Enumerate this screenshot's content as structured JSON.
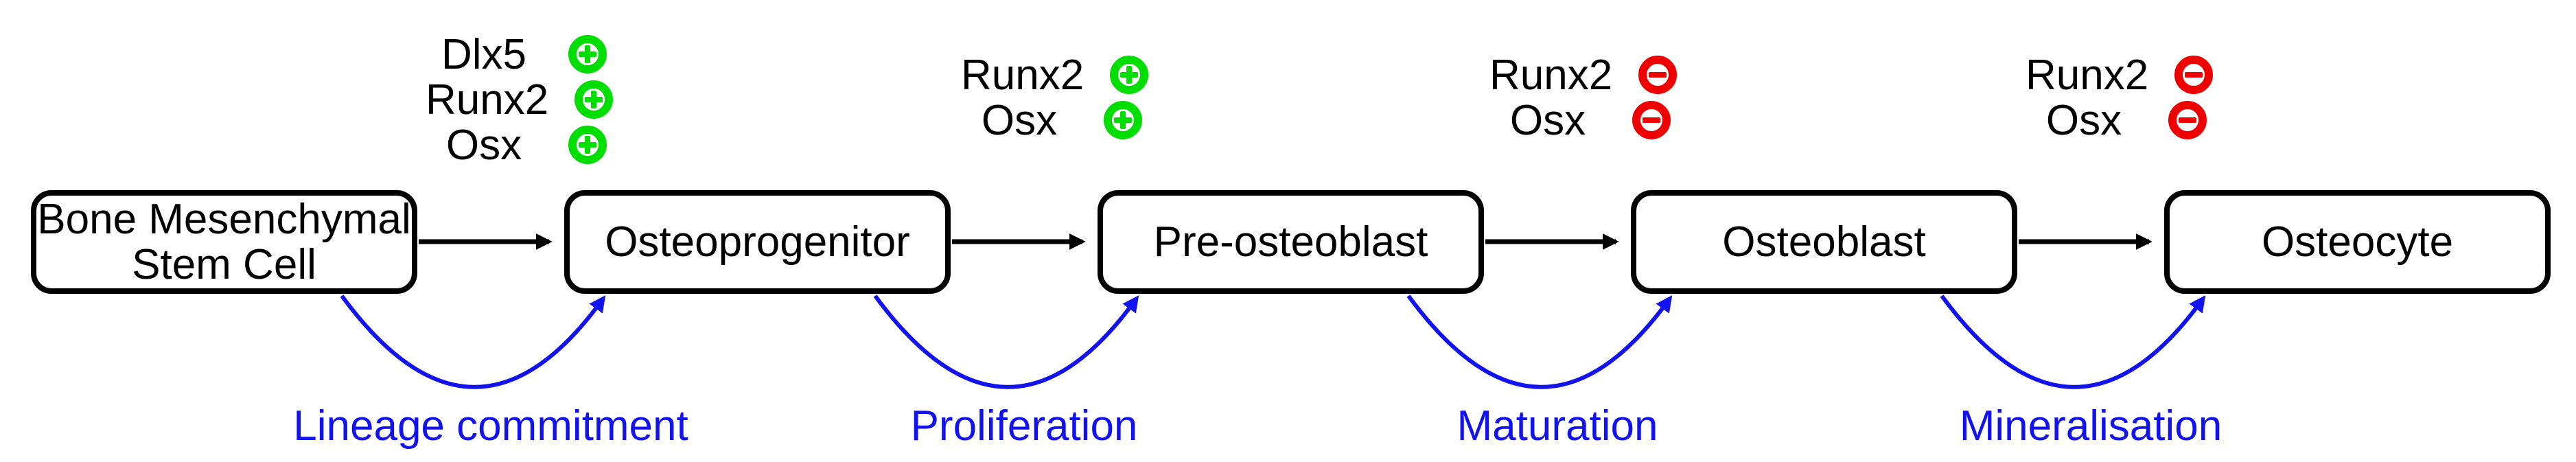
{
  "diagram": {
    "stages": [
      {
        "label": "Bone Mesenchymal Stem Cell",
        "line1": "Bone Mesenchymal",
        "line2": "Stem Cell"
      },
      {
        "label": "Osteoprogenitor"
      },
      {
        "label": "Pre-osteoblast"
      },
      {
        "label": "Osteoblast"
      },
      {
        "label": "Osteocyte"
      }
    ],
    "factor_groups": [
      {
        "factors": [
          {
            "name": "Dlx5",
            "effect": "activation",
            "symbol": "+"
          },
          {
            "name": "Runx2",
            "effect": "activation",
            "symbol": "+"
          },
          {
            "name": "Osx",
            "effect": "activation",
            "symbol": "+"
          }
        ]
      },
      {
        "factors": [
          {
            "name": "Runx2",
            "effect": "activation",
            "symbol": "+"
          },
          {
            "name": "Osx",
            "effect": "activation",
            "symbol": "+"
          }
        ]
      },
      {
        "factors": [
          {
            "name": "Runx2",
            "effect": "repression",
            "symbol": "-"
          },
          {
            "name": "Osx",
            "effect": "repression",
            "symbol": "-"
          }
        ]
      },
      {
        "factors": [
          {
            "name": "Runx2",
            "effect": "repression",
            "symbol": "-"
          },
          {
            "name": "Osx",
            "effect": "repression",
            "symbol": "-"
          }
        ]
      }
    ],
    "transitions": [
      {
        "label": "Lineage commitment"
      },
      {
        "label": "Proliferation"
      },
      {
        "label": "Maturation"
      },
      {
        "label": "Mineralisation"
      }
    ],
    "colors": {
      "activation": "#00dd00",
      "repression": "#ee0000",
      "transition": "#1212ee",
      "stroke": "#000000",
      "bg": "#ffffff"
    }
  }
}
